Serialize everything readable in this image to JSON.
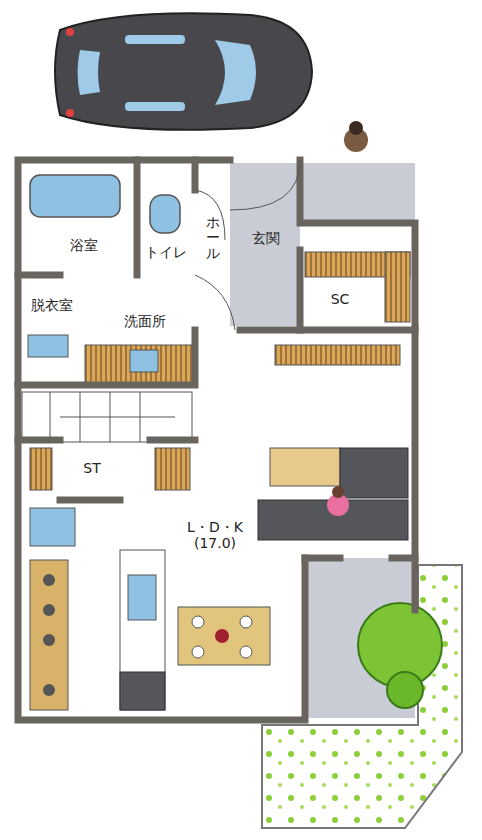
{
  "diagram": {
    "nodes": [
      {
        "text": [
          "浴室"
        ]
      },
      {
        "text": [
          "トイレ"
        ]
      },
      {
        "text": [
          "ホール"
        ]
      },
      {
        "text": [
          "玄関"
        ]
      },
      {
        "text": [
          "SC"
        ]
      },
      {
        "text": [
          "脱衣室"
        ]
      },
      {
        "text": [
          "洗面所"
        ]
      },
      {
        "text": [
          "ST"
        ]
      },
      {
        "text": [
          "L・D・K",
          "(17.0)"
        ]
      }
    ]
  }
}
